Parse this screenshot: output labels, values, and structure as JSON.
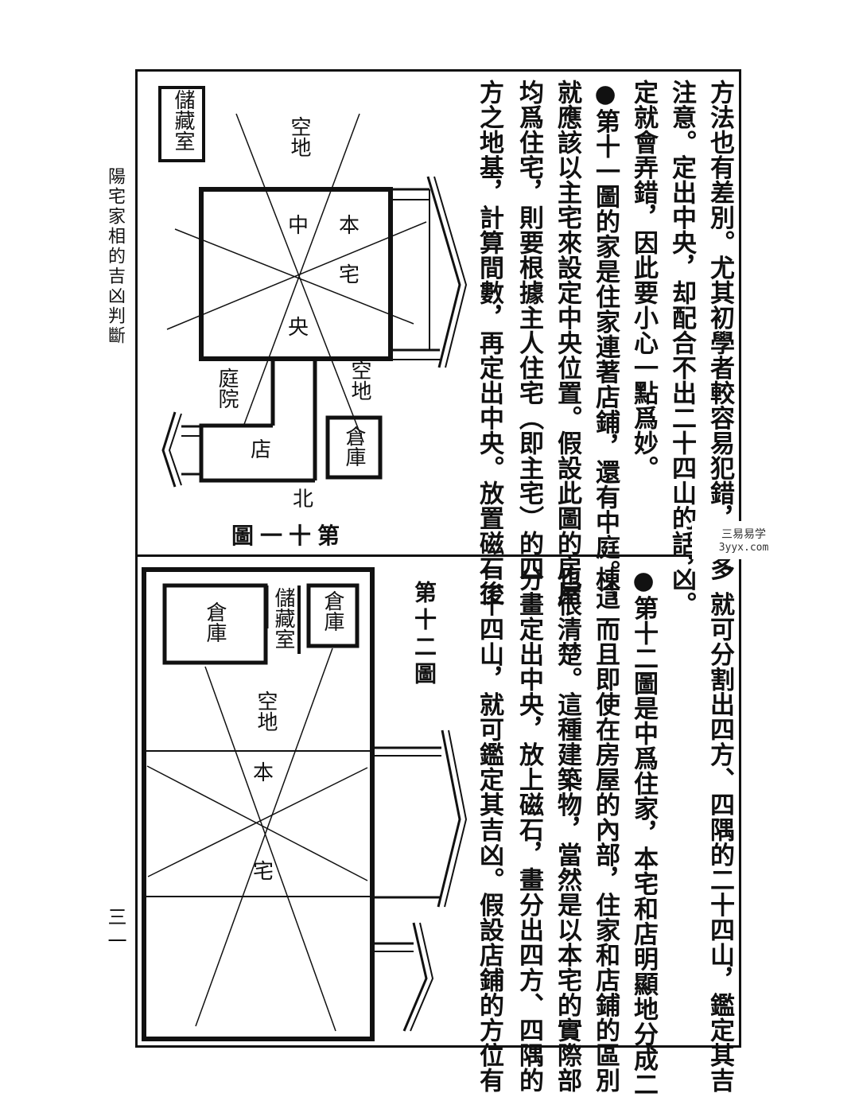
{
  "spine_title": "陽宅家相的吉凶判斷",
  "page_number": "三一",
  "watermark": {
    "line1": "三易易学",
    "line2": "3yyx.com"
  },
  "top_text": [
    "方法也有差別。尤其初學者較容易犯錯，應多",
    "注意。定出中央，却配合不出二十四山的話，",
    "定就會弄錯，因此要小心一點爲妙。",
    "●第十一圖的家是住家連著店鋪，還有中庭。這",
    "就應該以主宅來設定中央位置。假設此圖的房屋",
    "均爲住宅，則要根據主人住宅（即主宅）的四",
    "方之地基，計算間數，再定出中央。放置磁石後"
  ],
  "bottom_text": [
    "，就可分割出四方、四隅的二十四山，鑑定其吉",
    "凶。",
    "●第十二圖是中爲住家，本宅和店明顯地分成二",
    "棟，而且即使在房屋的內部，住家和店鋪的區別",
    "也很清楚。這種建築物，當然是以本宅的實際部",
    "分畫定出中央，放上磁石，畫分出四方、四隅的",
    "二十四山，就可鑑定其吉凶。假設店鋪的方位有"
  ],
  "fig11": {
    "caption": "第十一圖",
    "storage": "儲藏室",
    "open_top": "空地",
    "center": "中",
    "main1": "本",
    "main2": "宅",
    "yang": "央",
    "courtyard": "庭院",
    "open_right": "空地",
    "shop": "店",
    "warehouse": "倉庫",
    "north": "北"
  },
  "fig12": {
    "caption": "第十二圖",
    "warehouse_left": "倉庫",
    "storage": "儲藏室",
    "warehouse_right": "倉庫",
    "open": "空地",
    "main1": "本",
    "main2": "宅"
  }
}
